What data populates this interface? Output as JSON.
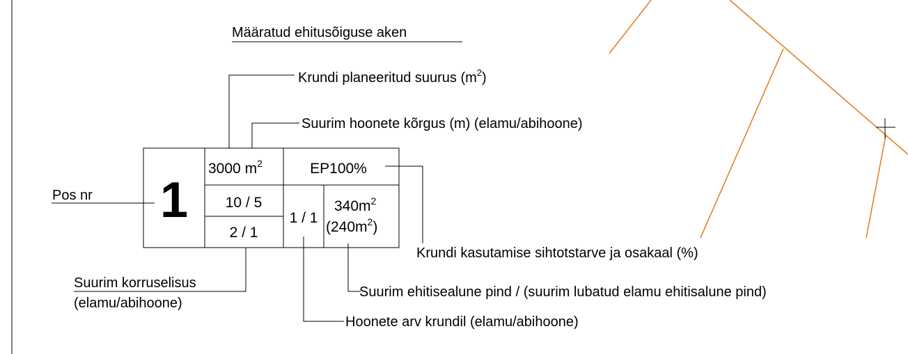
{
  "title": "Määratud ehitusõiguse aken",
  "callouts": {
    "plot_size": "Krundi planeeritud suurus (m",
    "plot_size_sup": "2",
    "plot_size_end": ")",
    "max_height": "Suurim hoonete kõrgus (m) (elamu/abihoone)",
    "pos_nr": "Pos nr",
    "purpose": "Krundi kasutamise sihtotstarve ja osakaal (%)",
    "max_floors_line1": "Suurim korruselisus",
    "max_floors_line2": "(elamu/abihoone)",
    "building_area": "Suurim ehitisealune pind / (suurim lubatud elamu ehitisalune pind)",
    "building_count": "Hoonete arv krundil (elamu/abihoone)"
  },
  "table": {
    "pos": "1",
    "area": "3000",
    "area_unit": "m",
    "area_sup": "2",
    "purpose_value": "EP100%",
    "height": "10 / 5",
    "floors": "2 / 1",
    "count": "1 / 1",
    "footprint": "340m",
    "footprint_sup": "2",
    "footprint_res_open": "(240m",
    "footprint_res_sup": "2",
    "footprint_res_close": ")"
  },
  "colors": {
    "plot_line": "#E07B1A",
    "ink": "#000000"
  }
}
